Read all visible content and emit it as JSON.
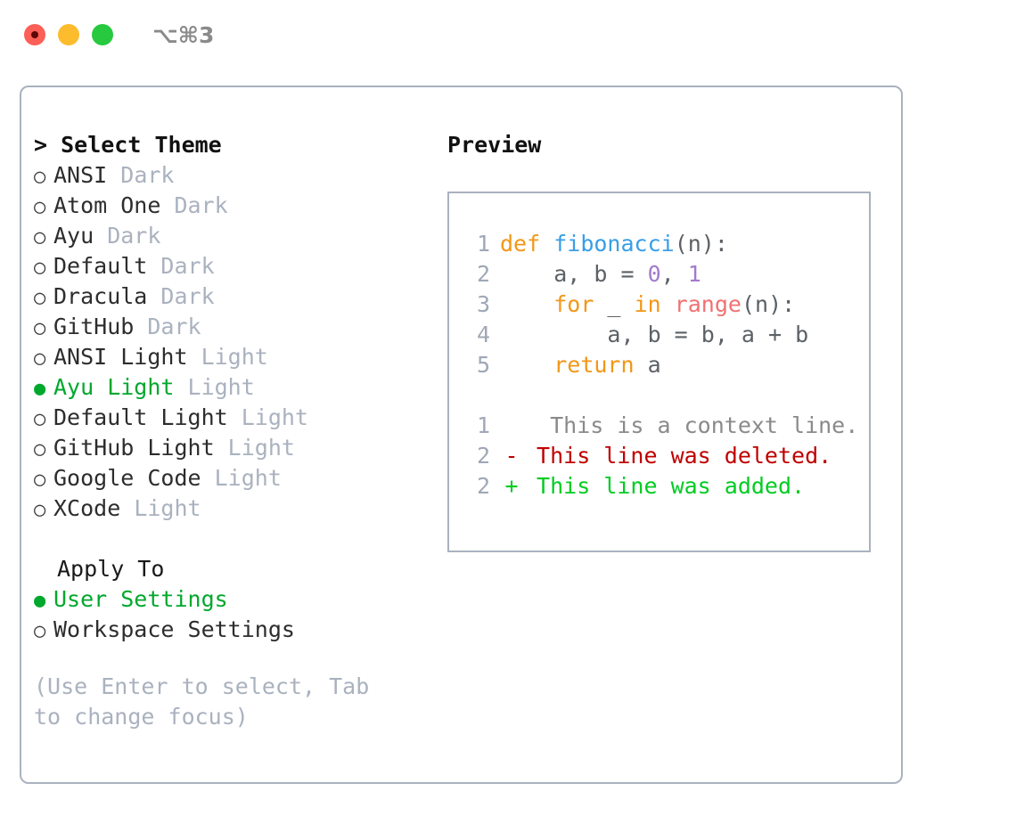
{
  "titlebar": {
    "shortcut": "⌥⌘3",
    "lights": [
      "close-red",
      "minimize-yellow",
      "maximize-green"
    ]
  },
  "theme_picker": {
    "heading": "> Select Theme",
    "bullet_unselected": "○",
    "bullet_selected": "●",
    "items": [
      {
        "label": "ANSI",
        "tag": "Dark",
        "selected": false
      },
      {
        "label": "Atom One",
        "tag": "Dark",
        "selected": false
      },
      {
        "label": "Ayu",
        "tag": "Dark",
        "selected": false
      },
      {
        "label": "Default",
        "tag": "Dark",
        "selected": false
      },
      {
        "label": "Dracula",
        "tag": "Dark",
        "selected": false
      },
      {
        "label": "GitHub",
        "tag": "Dark",
        "selected": false
      },
      {
        "label": "ANSI Light",
        "tag": "Light",
        "selected": false
      },
      {
        "label": "Ayu Light",
        "tag": "Light",
        "selected": true
      },
      {
        "label": "Default Light",
        "tag": "Light",
        "selected": false
      },
      {
        "label": "GitHub Light",
        "tag": "Light",
        "selected": false
      },
      {
        "label": "Google Code",
        "tag": "Light",
        "selected": false
      },
      {
        "label": "XCode",
        "tag": "Light",
        "selected": false
      }
    ]
  },
  "apply_to": {
    "heading": "Apply To",
    "options": [
      {
        "label": "User Settings",
        "selected": true
      },
      {
        "label": "Workspace Settings",
        "selected": false
      }
    ]
  },
  "hint": "(Use Enter to select, Tab to change focus)",
  "preview": {
    "title": "Preview",
    "code": [
      {
        "no": "1",
        "tokens": [
          {
            "t": "def ",
            "c": "kw"
          },
          {
            "t": "fibonacci",
            "c": "fn"
          },
          {
            "t": "(n):",
            "c": "txt"
          }
        ]
      },
      {
        "no": "2",
        "tokens": [
          {
            "t": "    a, b = ",
            "c": "txt"
          },
          {
            "t": "0",
            "c": "num"
          },
          {
            "t": ", ",
            "c": "txt"
          },
          {
            "t": "1",
            "c": "num"
          }
        ]
      },
      {
        "no": "3",
        "tokens": [
          {
            "t": "    ",
            "c": "txt"
          },
          {
            "t": "for",
            "c": "kw"
          },
          {
            "t": " _ ",
            "c": "txt"
          },
          {
            "t": "in",
            "c": "kw"
          },
          {
            "t": " ",
            "c": "txt"
          },
          {
            "t": "range",
            "c": "call"
          },
          {
            "t": "(n):",
            "c": "txt"
          }
        ]
      },
      {
        "no": "4",
        "tokens": [
          {
            "t": "        a, b = b, a + b",
            "c": "txt"
          }
        ]
      },
      {
        "no": "5",
        "tokens": [
          {
            "t": "    ",
            "c": "txt"
          },
          {
            "t": "return",
            "c": "kw"
          },
          {
            "t": " a",
            "c": "txt"
          }
        ]
      }
    ],
    "diff": [
      {
        "no": "1",
        "sign": " ",
        "text": " This is a context line.",
        "kind": "ctx"
      },
      {
        "no": "2",
        "sign": "-",
        "text": "This line was deleted.",
        "kind": "del"
      },
      {
        "no": "2",
        "sign": "+",
        "text": "This line was added.",
        "kind": "add"
      }
    ]
  },
  "colors": {
    "accent_green": "#00a82d",
    "border": "#aab2bf",
    "muted": "#aab2bf",
    "keyword": "#f29718",
    "function": "#399ee6",
    "number": "#a37acc",
    "call": "#f07171",
    "diff_delete": "#c00000",
    "diff_add": "#00cc22",
    "light_red": "#fb5f57",
    "light_yellow": "#fdbc2e",
    "light_green": "#27c93f"
  }
}
